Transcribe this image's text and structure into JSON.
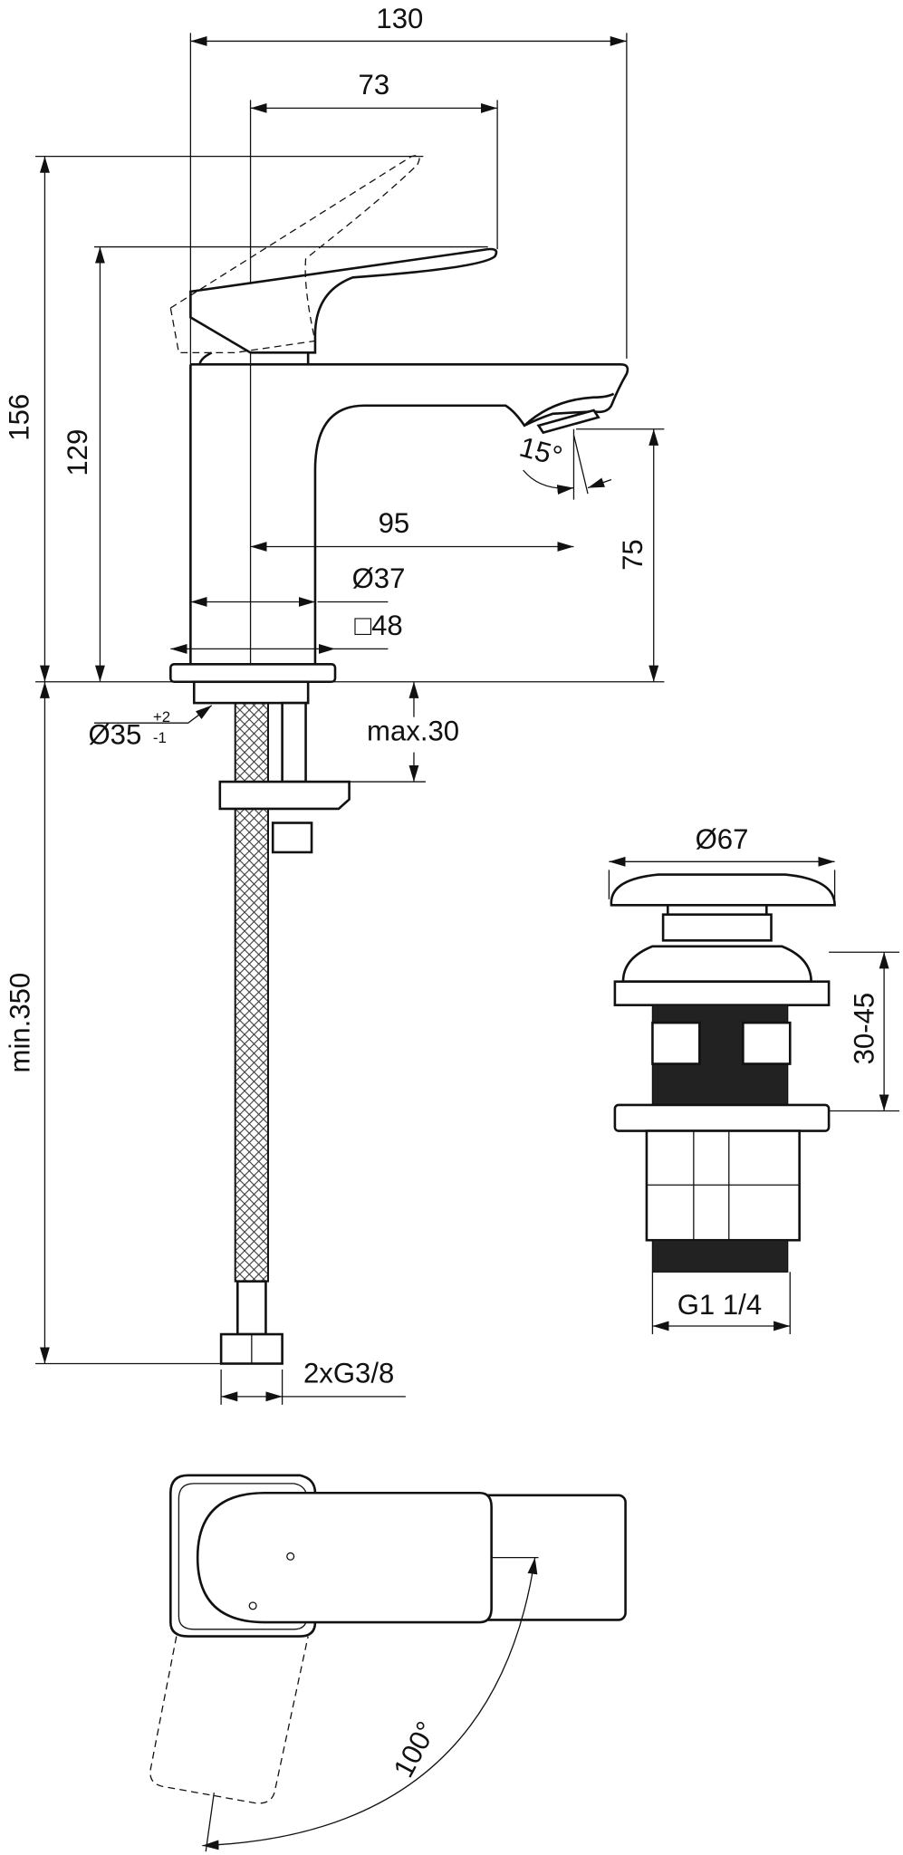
{
  "drawing": {
    "dimensions": {
      "overall_width": "130",
      "handle_reach": "73",
      "total_height": "156",
      "handle_height": "129",
      "spout_reach": "95",
      "spout_height": "75",
      "spout_angle": "15°",
      "body_diameter": "Ø37",
      "base_square": "□48",
      "hole_diameter": "Ø35",
      "hole_tol_plus": "+2",
      "hole_tol_minus": "-1",
      "max_thickness": "max.30",
      "hose_length": "min.350",
      "hose_connection": "2xG3/8",
      "waste_diameter": "Ø67",
      "waste_range": "30-45",
      "waste_thread": "G1 1/4",
      "rotation_angle": "100°"
    }
  }
}
